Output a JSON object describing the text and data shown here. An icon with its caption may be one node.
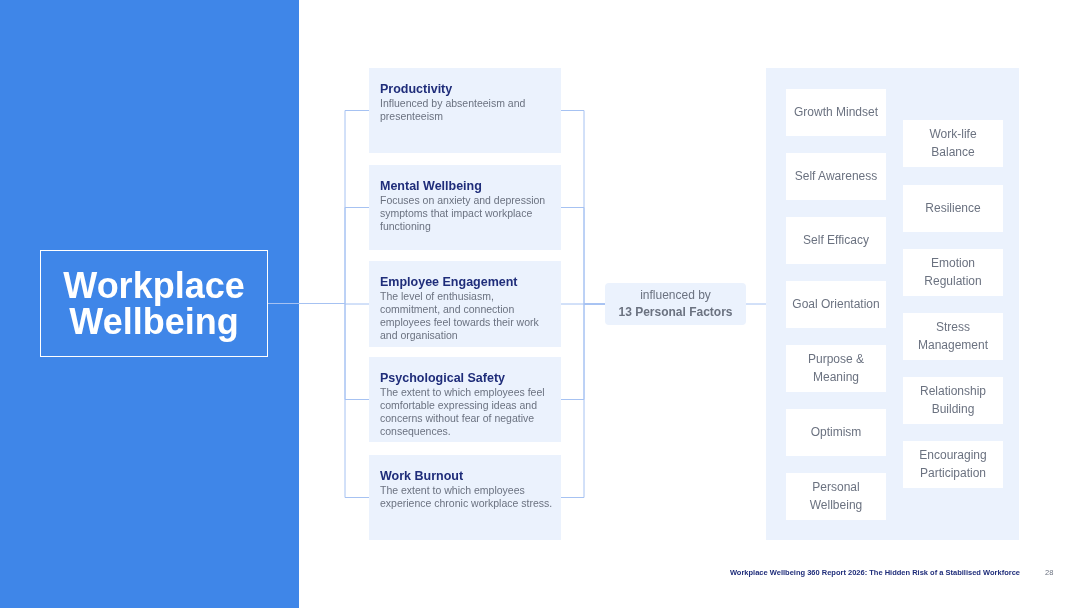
{
  "diagram": {
    "nodes": [
      {
        "text": [
          "Workplace Wellbeing"
        ]
      },
      {
        "text": [
          "Productivity",
          "Influenced by absenteeism and presenteeism"
        ]
      },
      {
        "text": [
          "Mental Wellbeing",
          "Focuses on anxiety and depression symptoms that impact workplace functioning"
        ]
      },
      {
        "text": [
          "Employee Engagement",
          "The level of enthusiasm, commitment, and connection employees feel towards their work and organisation"
        ]
      },
      {
        "text": [
          "Psychological Safety",
          "The extent to which employees feel comfortable expressing ideas and concerns without fear of negative consequences."
        ]
      },
      {
        "text": [
          "Work Burnout",
          "The extent to which employees experience chronic workplace stress."
        ]
      },
      {
        "text": [
          "influenced by",
          "13 Personal Factors"
        ]
      },
      {
        "text": [],
        "shape": "box"
      },
      {
        "text": [
          "Growth Mindset"
        ],
        "in": 7
      },
      {
        "text": [
          "Work-life Balance"
        ],
        "in": 7
      },
      {
        "text": [
          "Self Awareness"
        ],
        "in": 7
      },
      {
        "text": [
          "Resilience"
        ],
        "in": 7
      },
      {
        "text": [
          "Self Efficacy"
        ],
        "in": 7
      },
      {
        "text": [
          "Emotion Regulation"
        ],
        "in": 7
      },
      {
        "text": [
          "Goal Orientation"
        ],
        "in": 7
      },
      {
        "text": [
          "Stress Management"
        ],
        "in": 7
      },
      {
        "text": [
          "Purpose & Meaning"
        ],
        "in": 7
      },
      {
        "text": [
          "Relationship Building"
        ],
        "in": 7
      },
      {
        "text": [
          "Optimism"
        ],
        "in": 7
      },
      {
        "text": [
          "Encouraging Participation"
        ],
        "in": 7
      },
      {
        "text": [
          "Personal Wellbeing"
        ],
        "in": 7
      }
    ],
    "edges": [
      {
        "from": 0,
        "to": 1,
        "arrow": "none"
      },
      {
        "from": 0,
        "to": 2,
        "arrow": "none"
      },
      {
        "from": 0,
        "to": 3,
        "arrow": "none"
      },
      {
        "from": 0,
        "to": 4,
        "arrow": "none"
      },
      {
        "from": 0,
        "to": 5,
        "arrow": "none"
      },
      {
        "from": 1,
        "to": 6,
        "arrow": "none"
      },
      {
        "from": 2,
        "to": 6,
        "arrow": "none"
      },
      {
        "from": 3,
        "to": 6,
        "arrow": "none"
      },
      {
        "from": 4,
        "to": 6,
        "arrow": "none"
      },
      {
        "from": 5,
        "to": 6,
        "arrow": "none"
      },
      {
        "from": 6,
        "to": 7,
        "arrow": "none"
      }
    ],
    "labels": [
      "Workplace Wellbeing 360 Report 2026: The Hidden Risk of a Stabilised Workforce",
      "28"
    ]
  }
}
